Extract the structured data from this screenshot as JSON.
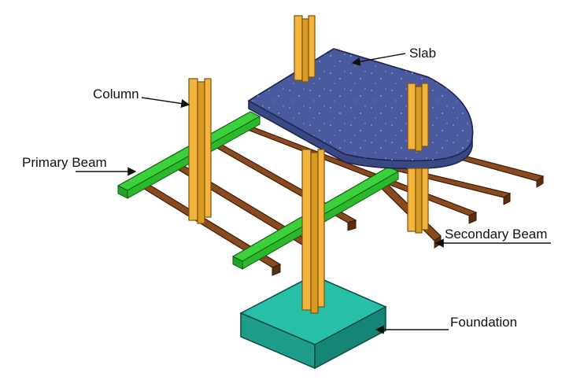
{
  "labels": {
    "slab": "Slab",
    "column": "Column",
    "primary_beam": "Primary Beam",
    "secondary_beam": "Secondary Beam",
    "foundation": "Foundation"
  },
  "colors": {
    "slab": "#4A5A9E",
    "primary_beam": "#3BD13B",
    "secondary_beam": "#8B4A1E",
    "column": "#F2B43C",
    "foundation": "#27BFA8"
  }
}
